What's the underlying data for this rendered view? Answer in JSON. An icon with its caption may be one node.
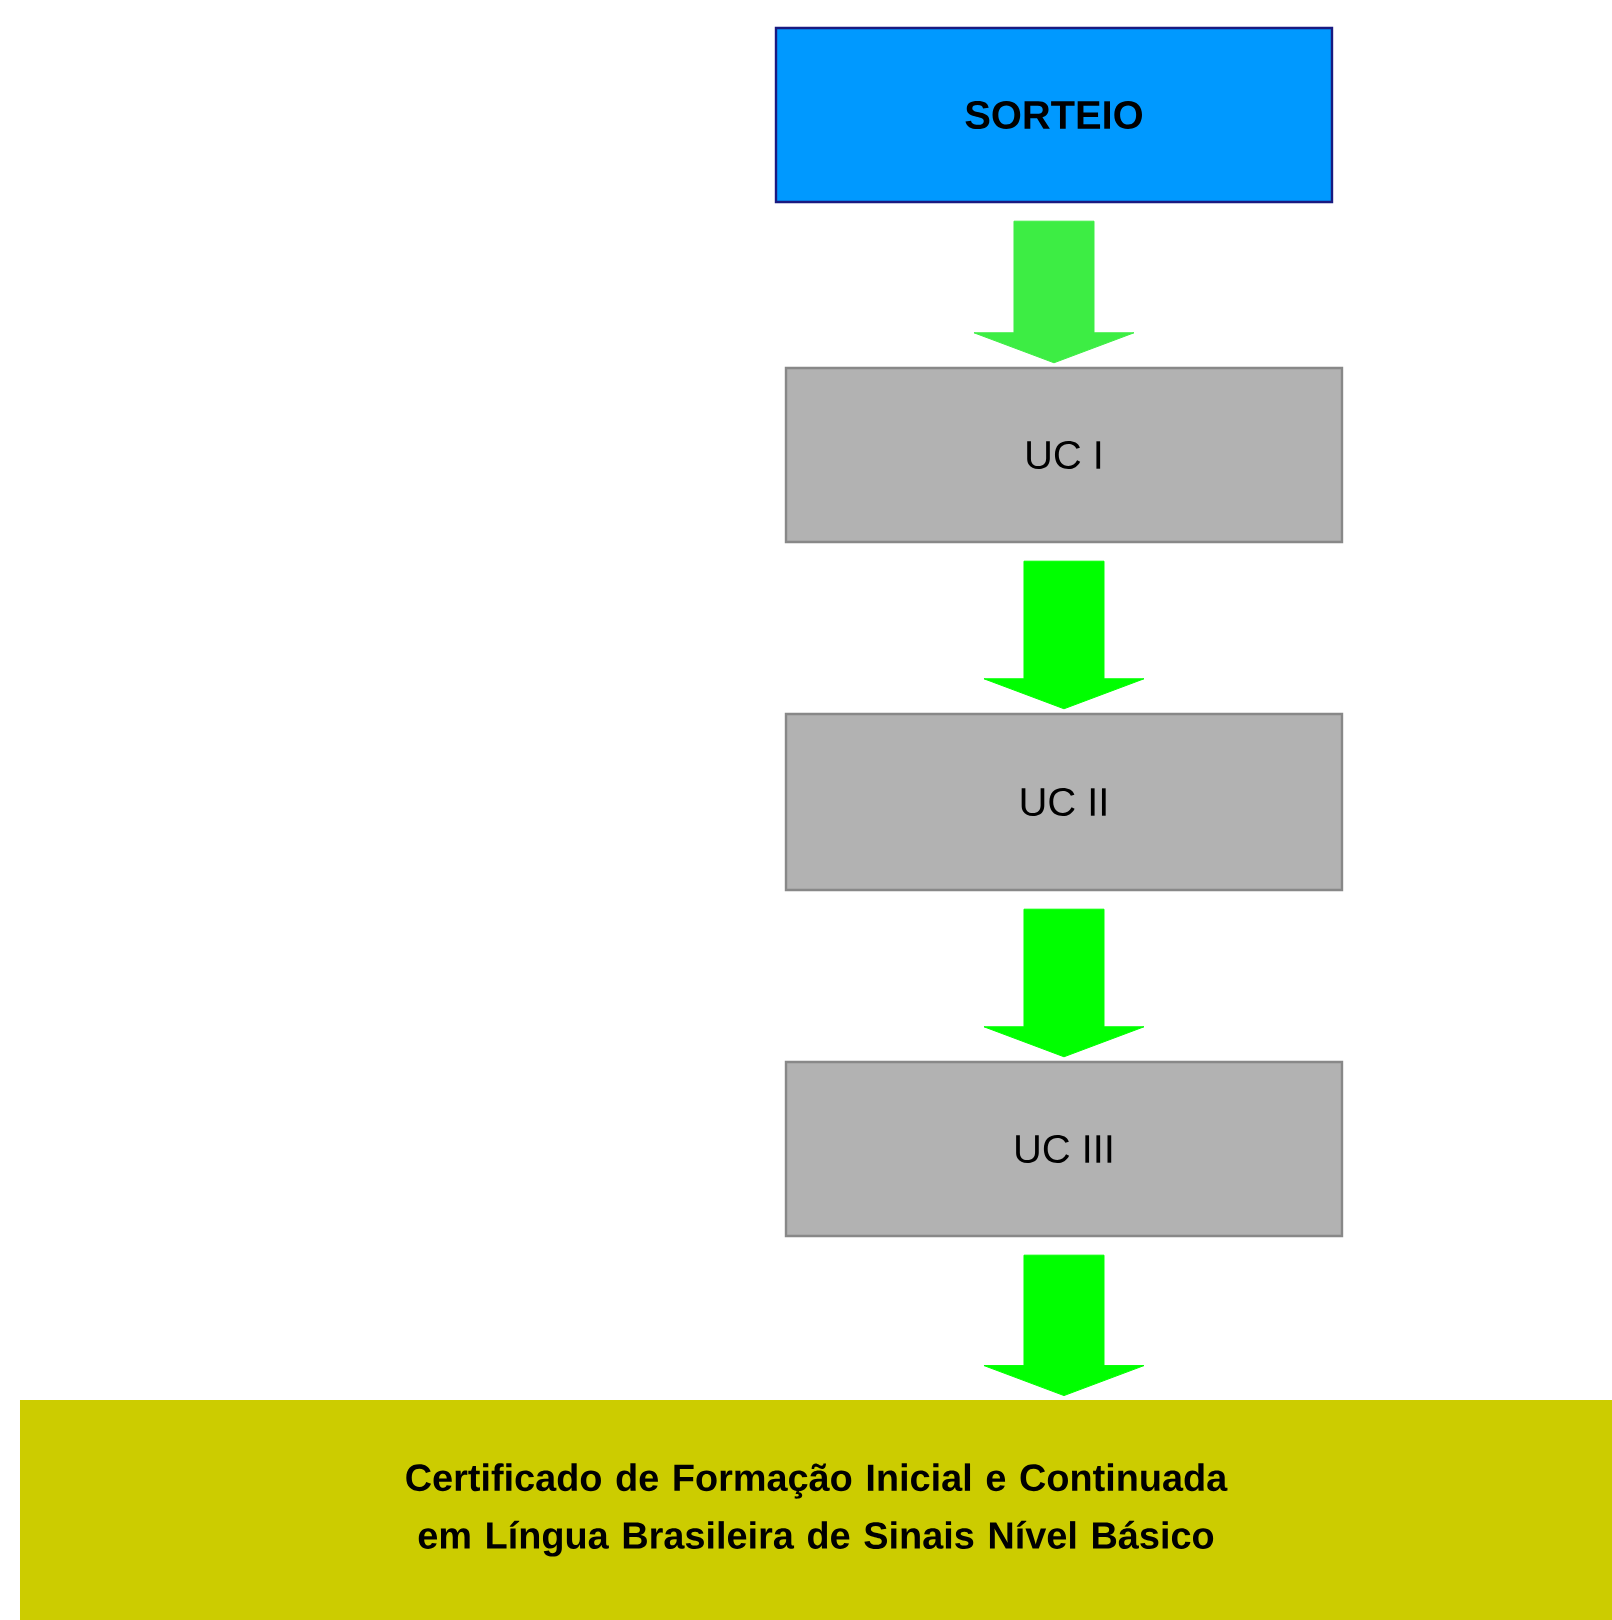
{
  "diagram": {
    "nodes": [
      {
        "text": [
          "SORTEIO"
        ]
      },
      {
        "text": [
          "UC I"
        ]
      },
      {
        "text": [
          "UC II"
        ]
      },
      {
        "text": [
          "UC III"
        ]
      },
      {
        "text": [
          "Certificado de Formação Inicial e Continuada em Língua Brasileira de Sinais Nível Básico"
        ]
      }
    ],
    "edges": [
      {
        "from": 0,
        "to": 1,
        "arrow": "to",
        "color": "#3ded44"
      },
      {
        "from": 1,
        "to": 2,
        "arrow": "to"
      },
      {
        "from": 2,
        "to": 3,
        "arrow": "to"
      },
      {
        "from": 3,
        "to": 4,
        "arrow": "to"
      }
    ]
  }
}
